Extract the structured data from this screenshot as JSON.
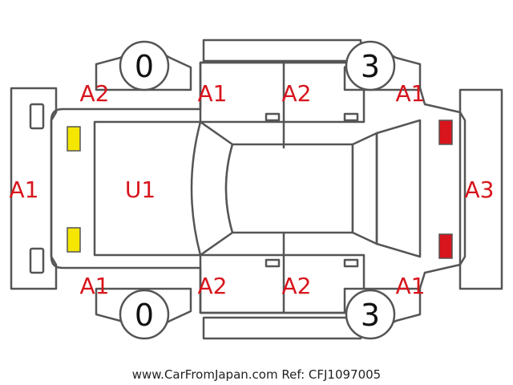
{
  "damage_codes": {
    "front_bumper": "A1",
    "front_left_corner": "A2",
    "front_right_corner": "A1",
    "hood": "U1",
    "left_front_door": "A1",
    "left_rear_door": "A2",
    "right_front_door": "A2",
    "right_rear_door": "A2",
    "rear_left_corner": "A1",
    "rear_right_corner": "A1",
    "rear_bumper": "A3"
  },
  "tire_tread": {
    "front_left": "0",
    "rear_left": "3",
    "front_right": "0",
    "rear_right": "3"
  },
  "colors": {
    "code_text": "#d8141c",
    "front_lamp": "#f5e600",
    "rear_lamp": "#d8141c",
    "outline": "#555555"
  },
  "footer": "www.CarFromJapan.com Ref: CFJ1097005"
}
